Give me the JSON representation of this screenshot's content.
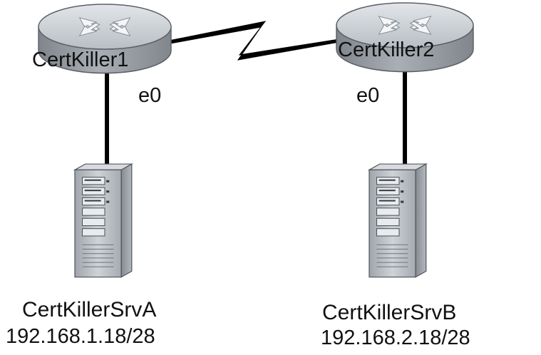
{
  "routers": [
    {
      "name": "CertKiller1",
      "interface": "e0"
    },
    {
      "name": "CertKiller2",
      "interface": "e0"
    }
  ],
  "servers": [
    {
      "name": "CertKillerSrvA",
      "ip": "192.168.1.18/28"
    },
    {
      "name": "CertKillerSrvB",
      "ip": "192.168.2.18/28"
    }
  ],
  "links": [
    {
      "from": "CertKiller1",
      "to": "CertKiller2",
      "type": "serial"
    },
    {
      "from": "CertKiller1",
      "to": "CertKillerSrvA",
      "type": "ethernet"
    },
    {
      "from": "CertKiller2",
      "to": "CertKillerSrvB",
      "type": "ethernet"
    }
  ],
  "icons": {
    "router": "router-icon",
    "server": "server-tower-icon",
    "serial_link": "lightning-serial-link-icon"
  },
  "colors": {
    "router_body": "#9ea4aa",
    "router_top": "#c9ced3",
    "server_body": "#b7bcc1",
    "line": "#000000"
  }
}
